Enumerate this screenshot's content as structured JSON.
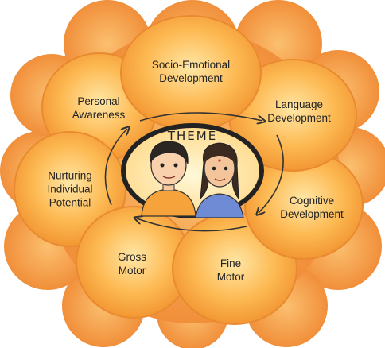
{
  "center": {
    "title": "THEME"
  },
  "petals": [
    {
      "id": "socio-emotional",
      "lines": [
        "Socio-Emotional",
        "Development"
      ]
    },
    {
      "id": "language",
      "lines": [
        "Language",
        "Development"
      ]
    },
    {
      "id": "cognitive",
      "lines": [
        "Cognitive",
        "Development"
      ]
    },
    {
      "id": "fine-motor",
      "lines": [
        "Fine",
        "Motor"
      ]
    },
    {
      "id": "gross-motor",
      "lines": [
        "Gross",
        "Motor"
      ]
    },
    {
      "id": "nurturing",
      "lines": [
        "Nurturing",
        "Individual",
        "Potential"
      ]
    },
    {
      "id": "personal-awareness",
      "lines": [
        "Personal",
        "Awareness"
      ]
    }
  ],
  "colors": {
    "petal_light": "#ffd27a",
    "petal_mid": "#fba73c",
    "petal_dark": "#e7872a",
    "outer_flower": "#f6a54f",
    "center_ring": "#222222",
    "center_fill": "#fff3c6"
  }
}
